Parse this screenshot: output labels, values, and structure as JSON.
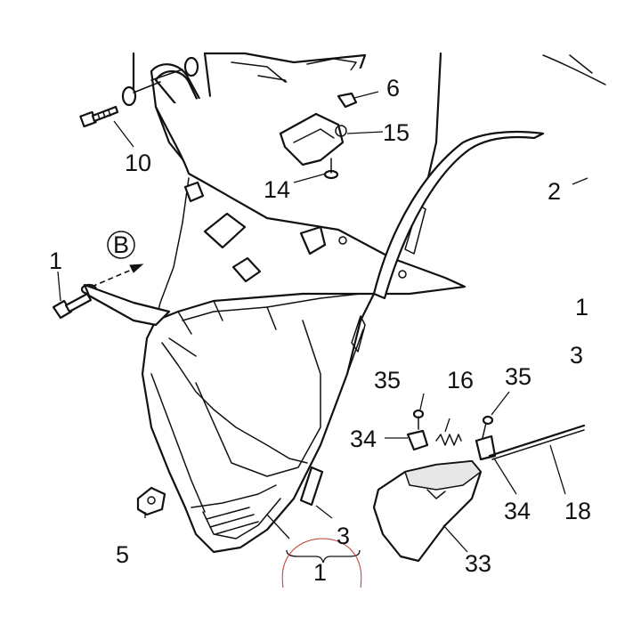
{
  "diagram": {
    "labels": {
      "1_left": "1",
      "1_bottom": "1",
      "2": "2",
      "3": "3",
      "5": "5",
      "6": "6",
      "10": "10",
      "14": "14",
      "15": "15",
      "16": "16",
      "17_partial": "1",
      "18": "18",
      "33": "33",
      "34_left": "34",
      "34_right": "34",
      "35_left": "35",
      "35_right": "35",
      "35_partial": "3",
      "B": "B"
    },
    "colors": {
      "line": "#111111",
      "background": "#ffffff",
      "highlight_circle": "#c0392b"
    }
  }
}
